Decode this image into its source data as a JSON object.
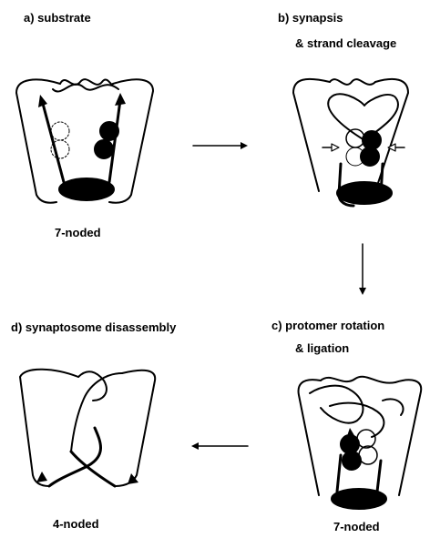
{
  "panels": {
    "a": {
      "title": "a) substrate",
      "node_label": "7-noded"
    },
    "b": {
      "title": "b) synapsis",
      "subtitle": "& strand cleavage"
    },
    "c": {
      "title": "c) protomer rotation",
      "subtitle": "& ligation",
      "node_label": "7-noded"
    },
    "d": {
      "title": "d) synaptosome disassembly",
      "node_label": "4-noded"
    }
  },
  "colors": {
    "ink": "#000000",
    "paper": "#ffffff"
  }
}
